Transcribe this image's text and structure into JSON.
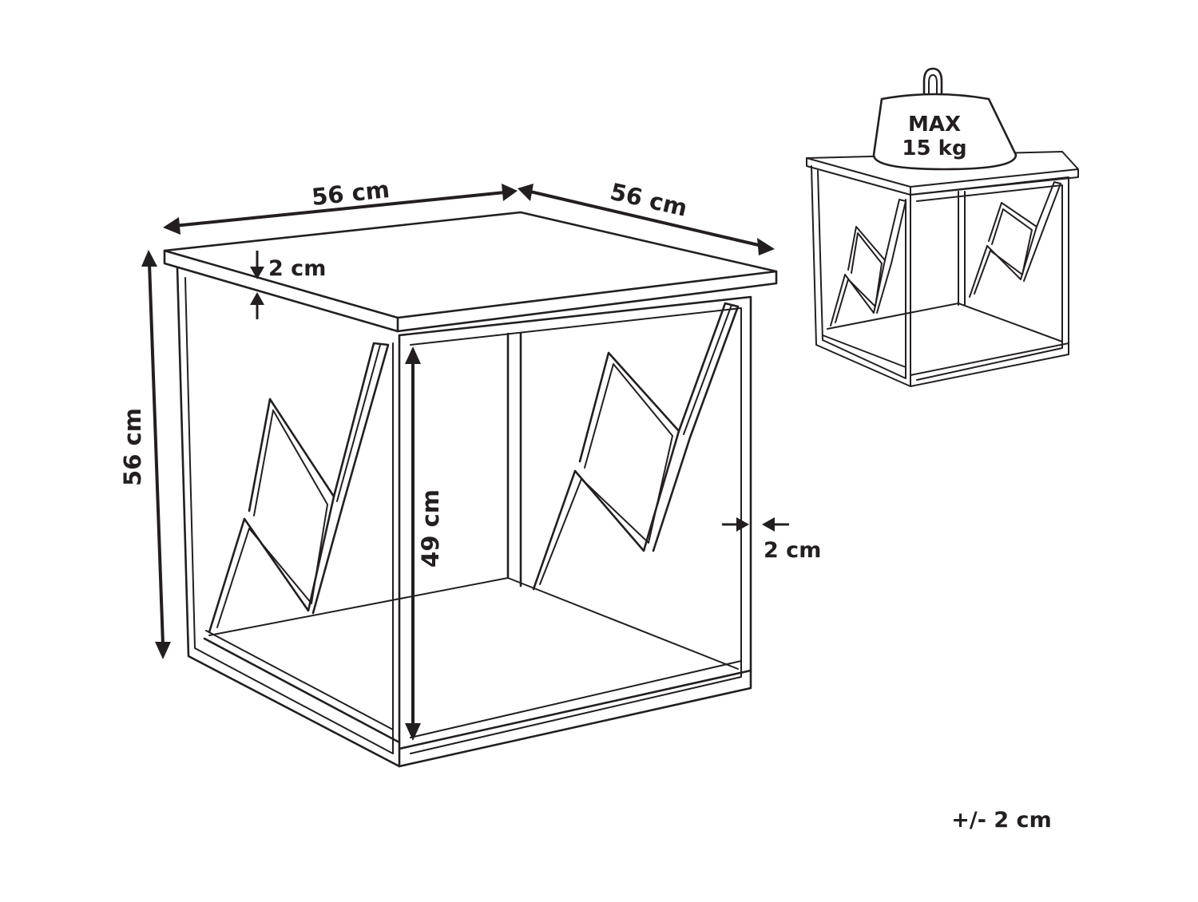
{
  "dimensions": {
    "width_label": "56 cm",
    "depth_label": "56 cm",
    "height_label": "56 cm",
    "inner_height_label": "49 cm",
    "top_thickness_label": "2 cm",
    "leg_thickness_label": "2 cm"
  },
  "load": {
    "max_label": "MAX",
    "weight_label": "15 kg"
  },
  "tolerance_label": "+/- 2 cm",
  "colors": {
    "line": "#231f20",
    "background": "#ffffff"
  }
}
